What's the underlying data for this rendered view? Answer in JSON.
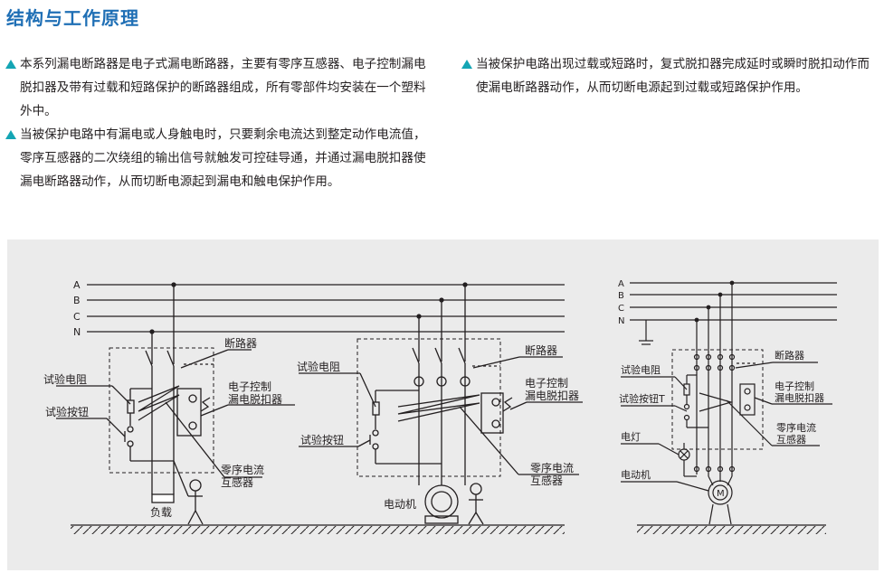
{
  "title": "结构与工作原理",
  "left_paragraphs": [
    "本系列漏电断路器是电子式漏电断路器，主要有零序互感器、电子控制漏电脱扣器及带有过载和短路保护的断路器组成，所有零部件均安装在一个塑料外中。",
    "当被保护电路中有漏电或人身触电时，只要剩余电流达到整定动作电流值，零序互感器的二次绕组的输出信号就触发可控硅导通，并通过漏电脱扣器使漏电断路器动作，从而切断电源起到漏电和触电保护作用。"
  ],
  "right_paragraphs": [
    "当被保护电路出现过载或短路时，复式脱扣器完成延时或瞬时脱扣动作而使漏电断路器动作，从而切断电源起到过载或短路保护作用。"
  ],
  "diagram": {
    "phases": [
      "A",
      "B",
      "C",
      "N"
    ],
    "d1": {
      "breaker": "断路器",
      "test_resistor": "试验电阻",
      "test_button": "试验按钮",
      "release_line1": "电子控制",
      "release_line2": "漏电脱扣器",
      "ct_line1": "零序电流",
      "ct_line2": "互感器",
      "load": "负载"
    },
    "d2": {
      "test_resistor": "试验电阻",
      "test_button": "试验按钮",
      "breaker": "断路器",
      "release_line1": "电子控制",
      "release_line2": "漏电脱扣器",
      "ct_line1": "零序电流",
      "ct_line2": "互感器",
      "motor": "电动机"
    },
    "d3": {
      "breaker": "断路器",
      "test_resistor": "试验电阻",
      "test_button": "试验按钮T",
      "release_line1": "电子控制",
      "release_line2": "漏电脱扣器",
      "lamp": "电灯",
      "ct_line1": "零序电流",
      "ct_line2": "互感器",
      "motor": "电动机",
      "motor_symbol": "M"
    }
  }
}
